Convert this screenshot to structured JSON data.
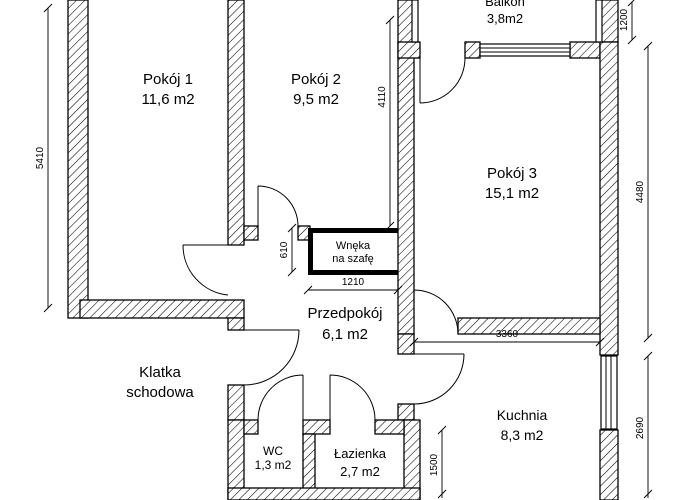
{
  "rooms": {
    "pokoj1": {
      "name": "Pokój 1",
      "area": "11,6 m2"
    },
    "pokoj2": {
      "name": "Pokój 2",
      "area": "9,5 m2"
    },
    "balkon": {
      "name": "Balkon",
      "area": "3,8m2"
    },
    "pokoj3": {
      "name": "Pokój 3",
      "area": "15,1 m2"
    },
    "wneka": {
      "name_line1": "Wnęka",
      "name_line2": "na szafę"
    },
    "przedpokoj": {
      "name": "Przedpokój",
      "area": "6,1 m2"
    },
    "klatka_schodowa": {
      "name_line1": "Klatka",
      "name_line2": "schodowa"
    },
    "wc": {
      "name": "WC",
      "area": "1,3 m2"
    },
    "lazienka": {
      "name": "Łazienka",
      "area": "2,7 m2"
    },
    "kuchnia": {
      "name": "Kuchnia",
      "area": "8,3 m2"
    }
  },
  "dims": {
    "left_wall": "5410",
    "pokoj2_side": "4110",
    "balkon_depth": "1200",
    "pokoj3_side": "4480",
    "wneka_depth": "610",
    "wneka_width": "1210",
    "kuchnia_width": "3360",
    "kuchnia_side": "2690",
    "lazienka_side": "1500"
  }
}
